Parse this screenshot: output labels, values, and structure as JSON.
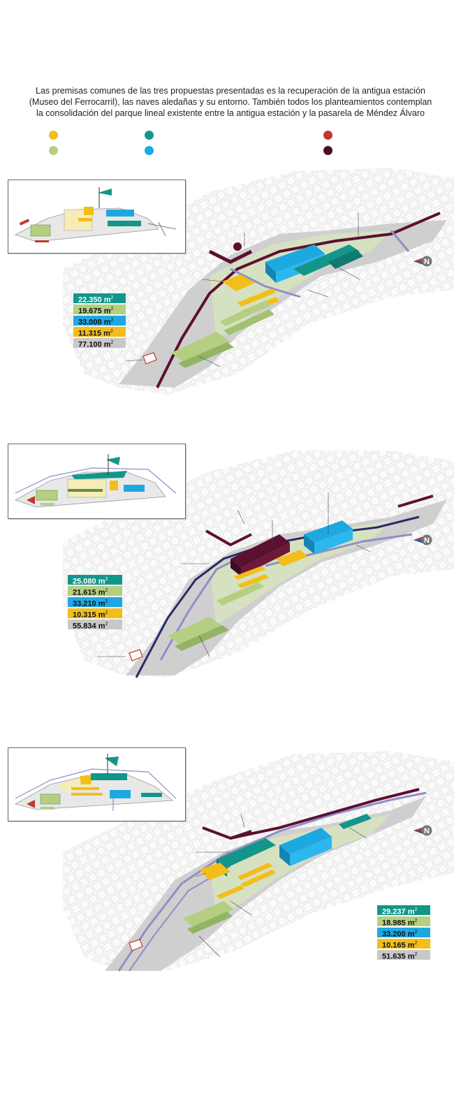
{
  "intro": {
    "lines": [
      "Las premisas comunes de las tres propuestas presentadas es la recuperación de la antigua estación",
      "(Museo del Ferrocarril), las naves aledañas y su entorno. También todos los planteamientos contemplan",
      "la consolidación del parque lineal existente entre la antigua estación y la pasarela de Méndez Álvaro"
    ]
  },
  "legend": {
    "dots": [
      {
        "color": "#f2be1a"
      },
      {
        "color": "#b4cf82"
      },
      {
        "color": "#13968a"
      },
      {
        "color": "#1ea8e2"
      },
      {
        "color": "#c0392b"
      },
      {
        "color": "#4e0f25"
      }
    ]
  },
  "colors": {
    "teal": "#13968a",
    "green": "#b4cf82",
    "blue": "#1ea8e2",
    "yellow": "#f2be1a",
    "grey": "#c8c8c8",
    "maroon": "#5b1030",
    "red": "#c0392b",
    "lavender": "#8e8fc6"
  },
  "compass": {
    "letter": "N"
  },
  "proposals": [
    {
      "areas": [
        {
          "value": "22.350",
          "unit": "m",
          "exp": "2",
          "color": "teal"
        },
        {
          "value": "19.675",
          "unit": "m",
          "exp": "2",
          "color": "green"
        },
        {
          "value": "33.000",
          "unit": "m",
          "exp": "2",
          "color": "blue"
        },
        {
          "value": "11.315",
          "unit": "m",
          "exp": "2",
          "color": "yellow"
        },
        {
          "value": "77.100",
          "unit": "m",
          "exp": "2",
          "color": "grey"
        }
      ]
    },
    {
      "areas": [
        {
          "value": "25.080",
          "unit": "m",
          "exp": "2",
          "color": "teal"
        },
        {
          "value": "21.615",
          "unit": "m",
          "exp": "2",
          "color": "green"
        },
        {
          "value": "33.210",
          "unit": "m",
          "exp": "2",
          "color": "blue"
        },
        {
          "value": "10.315",
          "unit": "m",
          "exp": "2",
          "color": "yellow"
        },
        {
          "value": "55.834",
          "unit": "m",
          "exp": "2",
          "color": "grey"
        }
      ]
    },
    {
      "areas": [
        {
          "value": "29.237",
          "unit": "m",
          "exp": "2",
          "color": "teal"
        },
        {
          "value": "18.985",
          "unit": "m",
          "exp": "2",
          "color": "green"
        },
        {
          "value": "33.200",
          "unit": "m",
          "exp": "2",
          "color": "blue"
        },
        {
          "value": "10.165",
          "unit": "m",
          "exp": "2",
          "color": "yellow"
        },
        {
          "value": "51.635",
          "unit": "m",
          "exp": "2",
          "color": "grey"
        }
      ]
    }
  ]
}
